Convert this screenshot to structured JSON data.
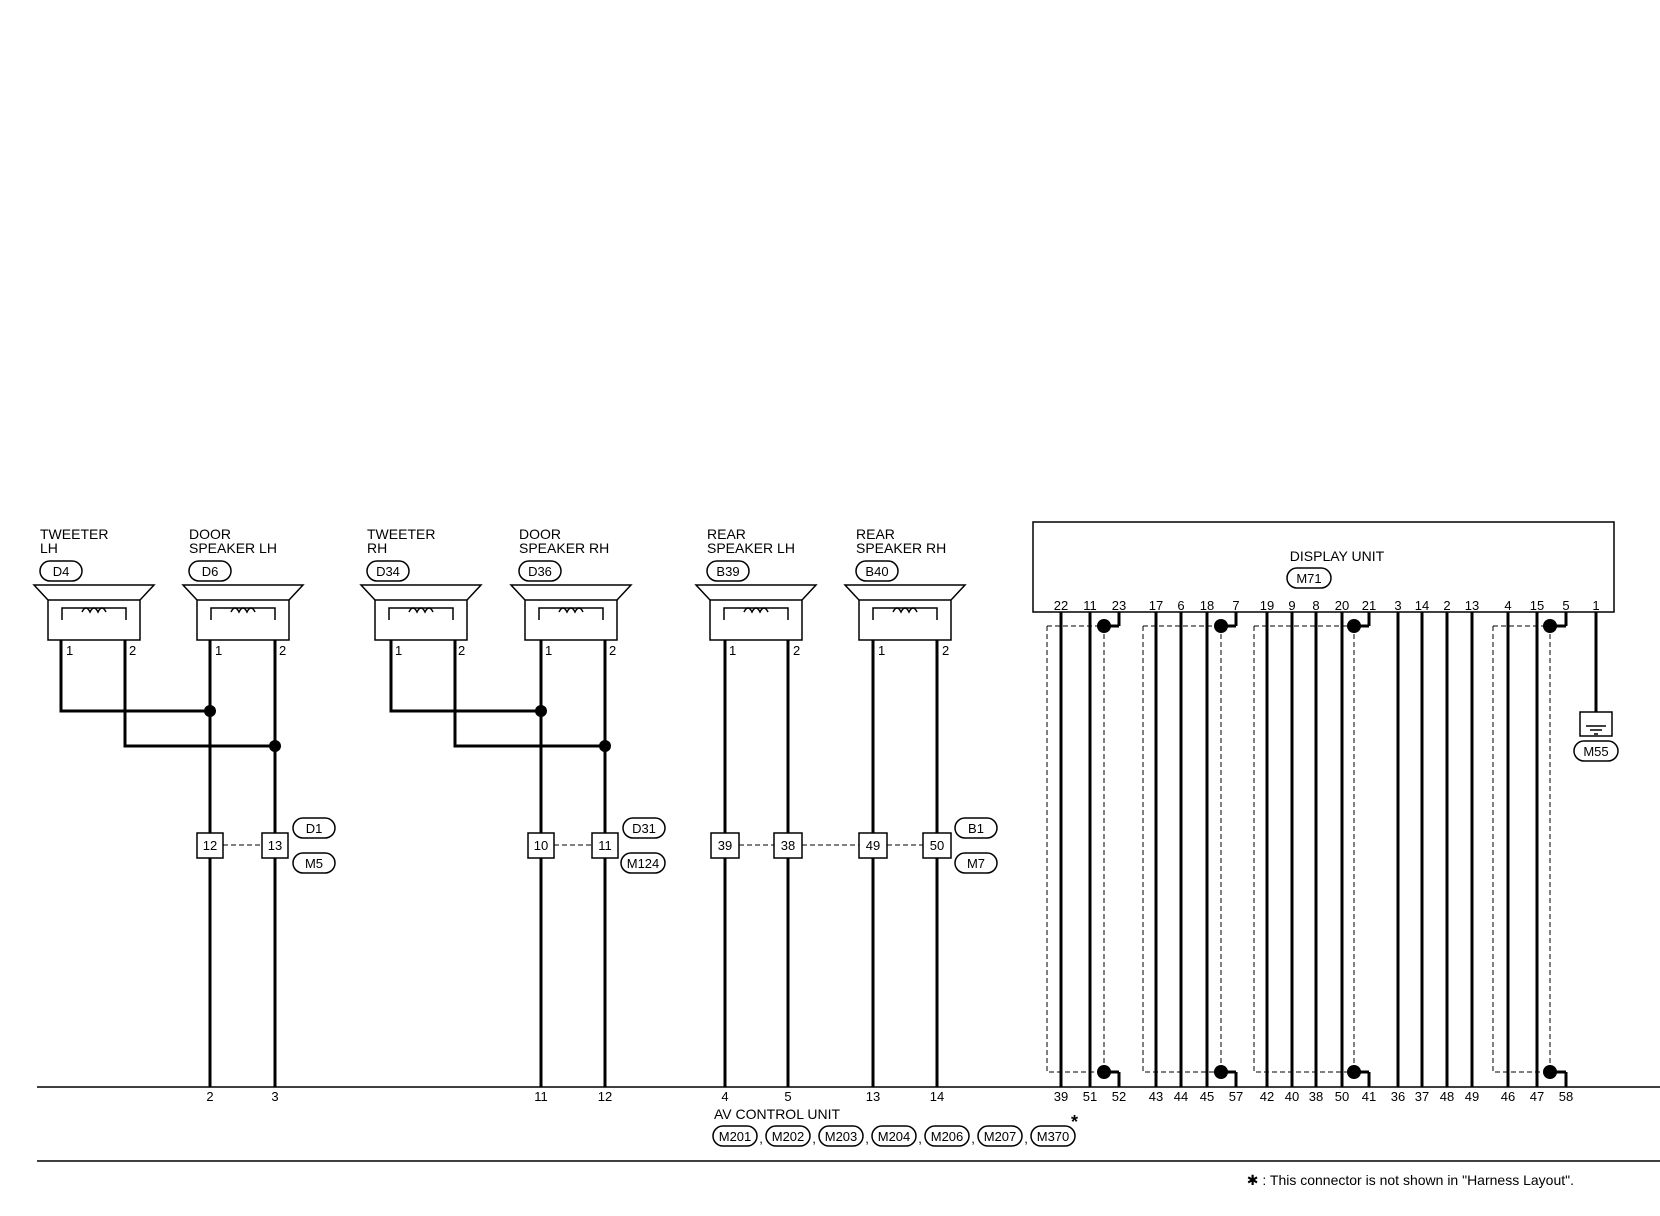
{
  "components": {
    "tweeter_lh": {
      "line1": "TWEETER",
      "line2": "LH",
      "connector": "D4",
      "pin_a": "1",
      "pin_b": "2"
    },
    "door_speaker_lh": {
      "line1": "DOOR",
      "line2": "SPEAKER LH",
      "connector": "D6",
      "pin_a": "1",
      "pin_b": "2"
    },
    "tweeter_rh": {
      "line1": "TWEETER",
      "line2": "RH",
      "connector": "D34",
      "pin_a": "1",
      "pin_b": "2"
    },
    "door_speaker_rh": {
      "line1": "DOOR",
      "line2": "SPEAKER RH",
      "connector": "D36",
      "pin_a": "1",
      "pin_b": "2"
    },
    "rear_speaker_lh": {
      "line1": "REAR",
      "line2": "SPEAKER LH",
      "connector": "B39",
      "pin_a": "1",
      "pin_b": "2"
    },
    "rear_speaker_rh": {
      "line1": "REAR",
      "line2": "SPEAKER RH",
      "connector": "B40",
      "pin_a": "1",
      "pin_b": "2"
    }
  },
  "junctions": {
    "j1": {
      "pin_a": "12",
      "pin_b": "13",
      "conn_top": "D1",
      "conn_bottom": "M5"
    },
    "j2": {
      "pin_a": "10",
      "pin_b": "11",
      "conn_top": "D31",
      "conn_bottom": "M124"
    },
    "j3": {
      "pin_a": "39",
      "pin_b": "38",
      "pin_c": "49",
      "pin_d": "50",
      "conn_top": "B1",
      "conn_bottom": "M7"
    }
  },
  "display_unit": {
    "label": "DISPLAY UNIT",
    "connector": "M71",
    "top_pins": [
      "22",
      "11",
      "23",
      "17",
      "6",
      "18",
      "7",
      "19",
      "9",
      "8",
      "20",
      "21",
      "3",
      "14",
      "2",
      "13",
      "4",
      "15",
      "5",
      "1"
    ],
    "bottom_pins": [
      "39",
      "51",
      "52",
      "43",
      "44",
      "45",
      "57",
      "42",
      "40",
      "38",
      "50",
      "41",
      "36",
      "37",
      "48",
      "49",
      "46",
      "47",
      "58"
    ]
  },
  "ground": {
    "connector": "M55"
  },
  "av_control_unit": {
    "label": "AV CONTROL UNIT",
    "pins": [
      "2",
      "3",
      "11",
      "12",
      "4",
      "5",
      "13",
      "14"
    ],
    "connectors": [
      "M201",
      "M202",
      "M203",
      "M204",
      "M206",
      "M207",
      "M370"
    ],
    "separator": ",",
    "star": "*"
  },
  "footnote": "✱ : This connector is not shown in \"Harness Layout\"."
}
